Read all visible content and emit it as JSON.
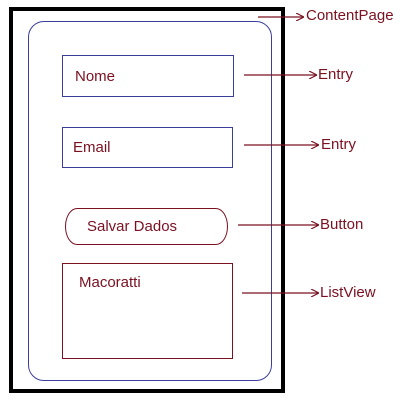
{
  "mockup": {
    "entry_nome": "Nome",
    "entry_email": "Email",
    "save_button": "Salvar Dados",
    "list_item": "Macoratti"
  },
  "callouts": {
    "content_page": "ContentPage",
    "entry_1": "Entry",
    "entry_2": "Entry",
    "button": "Button",
    "list_view": "ListView"
  },
  "colors": {
    "frame": "#000000",
    "outline_blue": "#3a3f9a",
    "text_maroon": "#7a1020"
  }
}
